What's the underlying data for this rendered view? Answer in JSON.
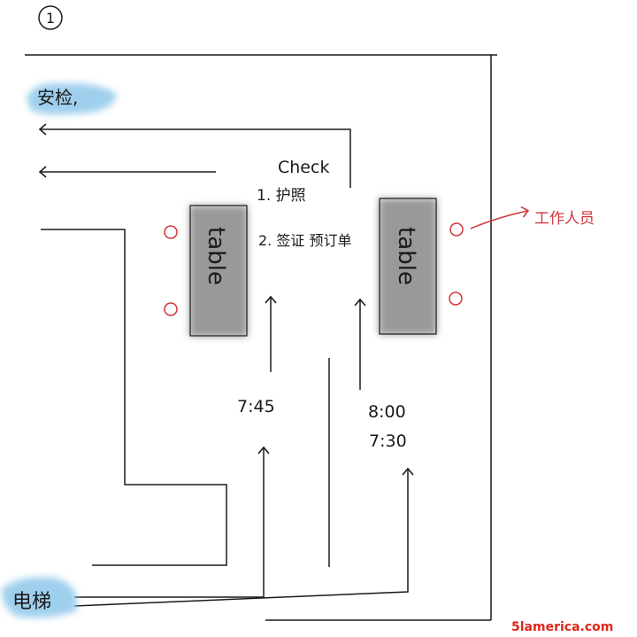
{
  "diagram": {
    "page_number": "1",
    "security_check_label": "安检,",
    "check_heading": "Check",
    "check_item_1": "1. 护照",
    "check_item_2": "2. 签证 预订单",
    "table_left_label": "table",
    "table_right_label": "table",
    "work_area_label": "工作人员",
    "time_left": "7:45",
    "time_right_1": "8:00",
    "time_right_2": "7:30",
    "elevator_label": "电梯",
    "watermark": "5lamerica.com"
  },
  "colors": {
    "ink": "#1a1a1a",
    "table_fill": "#8f8f8f",
    "highlight_blue": "#8ec7ea",
    "accent_red": "#d2363c",
    "watermark_red": "#e0261b"
  }
}
